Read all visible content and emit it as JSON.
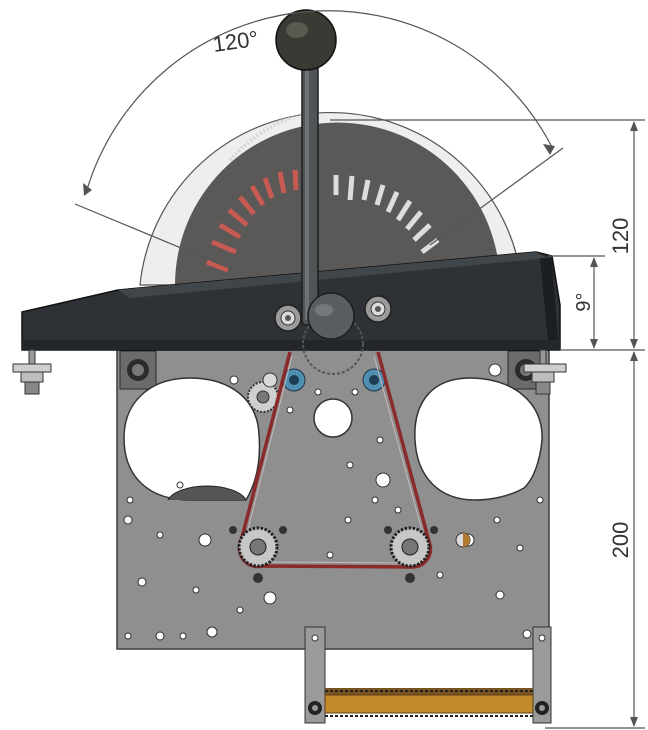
{
  "dimensions": {
    "angle_label": "120°",
    "height_upper": "120",
    "tilt_label": "9°",
    "height_lower": "200"
  },
  "colors": {
    "plate": "#8f8f8f",
    "base": "#2e3236",
    "gauge_face": "#5b5858",
    "gauge_rim": "#eeeeee",
    "belt": "#8b2a2a",
    "slider": "#c28a2a",
    "lever_knob": "#3a3a34",
    "ticks_left": "#c75a52",
    "ticks_right": "#dddddd",
    "dimension_line": "#555555"
  },
  "icons": {
    "mount_bolt_left": "mount-bolt-icon",
    "mount_bolt_right": "mount-bolt-icon",
    "pulley_left": "pulley-icon",
    "pulley_right": "pulley-icon"
  }
}
